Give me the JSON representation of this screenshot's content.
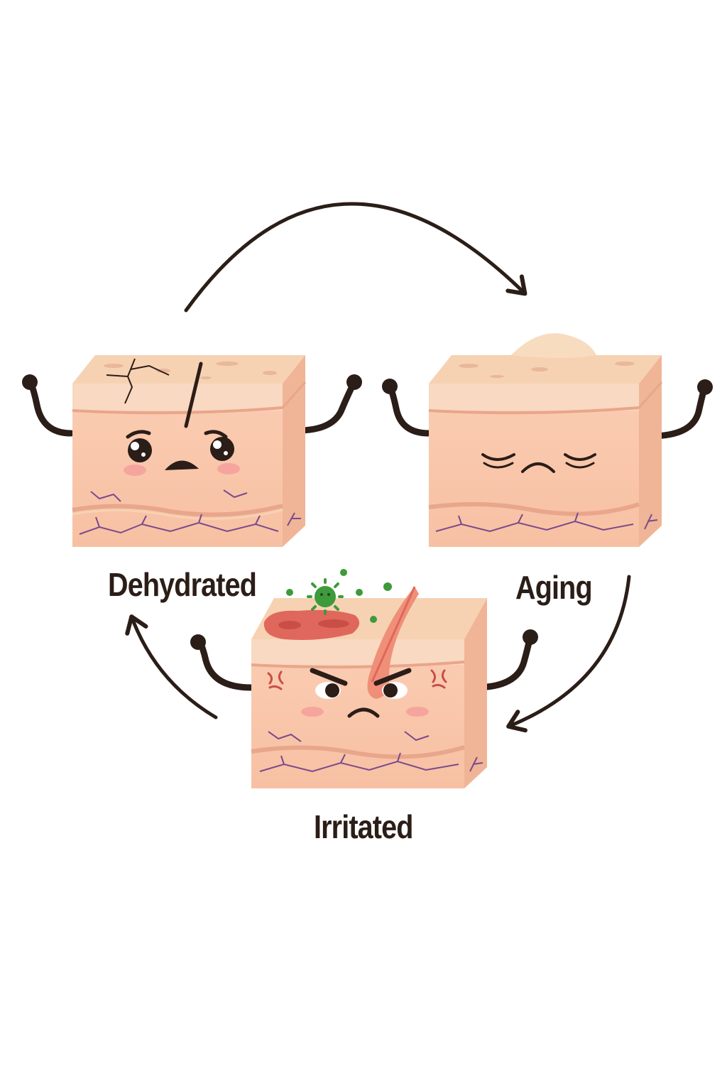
{
  "diagram": {
    "stages": [
      {
        "key": "dehydrated",
        "label": "Dehydrated"
      },
      {
        "key": "aging",
        "label": "Aging"
      },
      {
        "key": "irritated",
        "label": "Irritated"
      }
    ],
    "colors": {
      "skin_top": "#f6d2b3",
      "skin_front": "#f9c7ac",
      "skin_side": "#f0b596",
      "dermis_line": "#e8a68a",
      "vein": "#7a4a8c",
      "outline": "#2b1d17",
      "blush": "#f49a9a",
      "bacteria": "#3e9a3a",
      "inflamed": "#e0675c"
    },
    "icons": [
      "cycle-arrow",
      "skin-block",
      "bacteria-icon",
      "crack-icon",
      "hair-follicle-icon"
    ]
  }
}
